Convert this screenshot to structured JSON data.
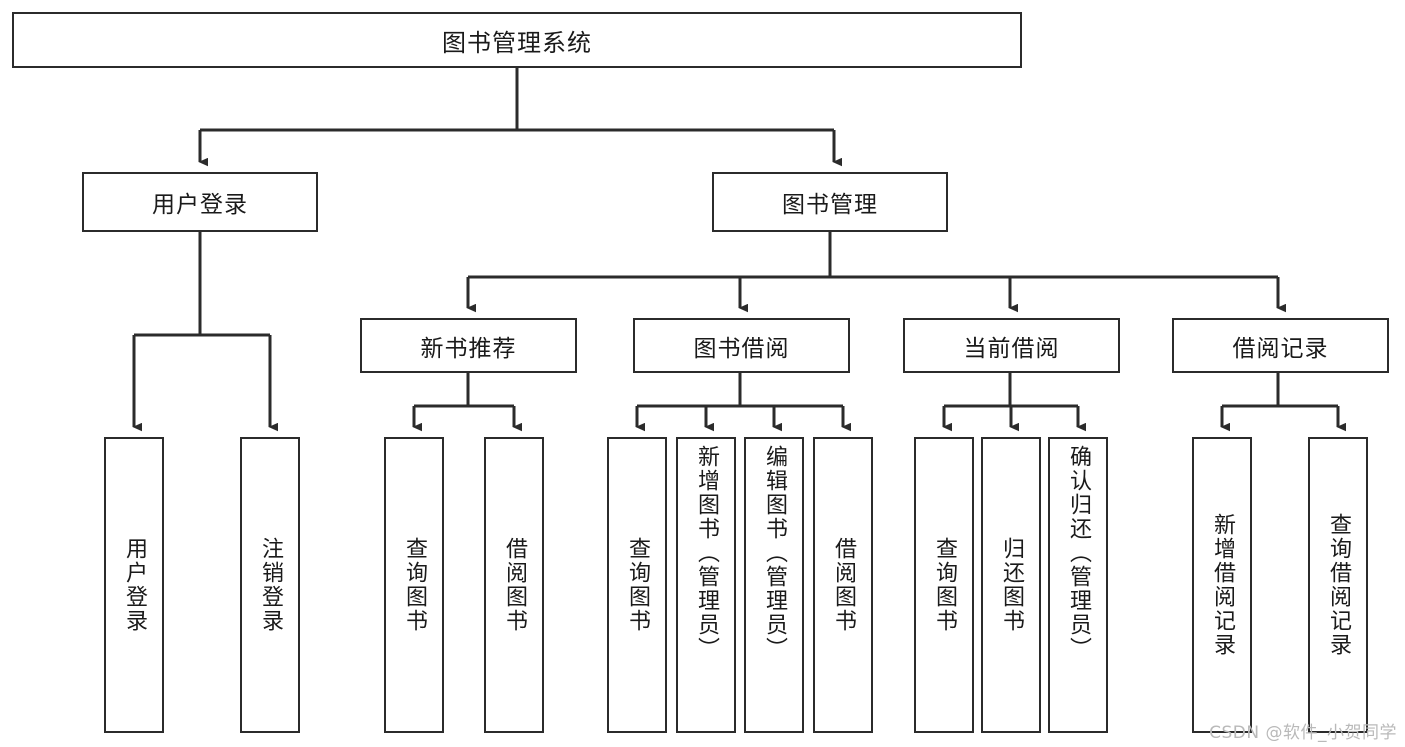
{
  "diagram": {
    "title": "图书管理系统",
    "type": "tree",
    "root": {
      "label": "图书管理系统"
    },
    "level2": [
      {
        "label": "用户登录"
      },
      {
        "label": "图书管理"
      }
    ],
    "level3": [
      {
        "label": "新书推荐"
      },
      {
        "label": "图书借阅"
      },
      {
        "label": "当前借阅"
      },
      {
        "label": "借阅记录"
      }
    ],
    "leaves": [
      {
        "label": "用户登录",
        "parent": "用户登录"
      },
      {
        "label": "注销登录",
        "parent": "用户登录"
      },
      {
        "label": "查询图书",
        "parent": "新书推荐"
      },
      {
        "label": "借阅图书",
        "parent": "新书推荐"
      },
      {
        "label": "查询图书",
        "parent": "图书借阅"
      },
      {
        "label": "新增图书（管理员）",
        "parent": "图书借阅"
      },
      {
        "label": "编辑图书（管理员）",
        "parent": "图书借阅"
      },
      {
        "label": "借阅图书",
        "parent": "图书借阅"
      },
      {
        "label": "查询图书",
        "parent": "当前借阅"
      },
      {
        "label": "归还图书",
        "parent": "当前借阅"
      },
      {
        "label": "确认归还（管理员）",
        "parent": "当前借阅"
      },
      {
        "label": "新增借阅记录",
        "parent": "借阅记录"
      },
      {
        "label": "查询借阅记录",
        "parent": "借阅记录"
      }
    ]
  },
  "watermark": {
    "text": "CSDN @软件_小贺同学"
  },
  "colors": {
    "stroke": "#2b2b2b",
    "fill": "#ffffff",
    "text": "#1a1a1a",
    "watermark": "#b9b9b9"
  }
}
